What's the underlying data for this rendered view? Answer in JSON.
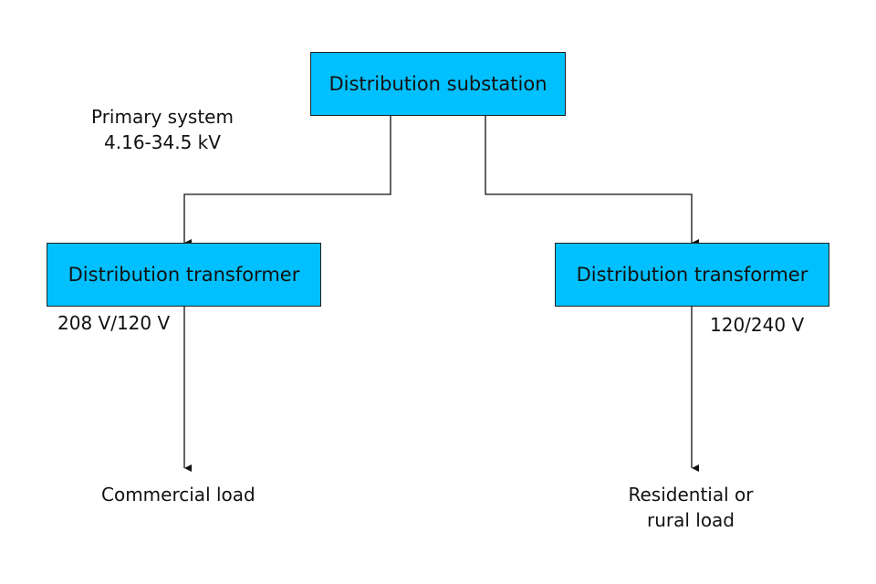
{
  "colors": {
    "box_fill": "#00c0ff",
    "line": "#111111"
  },
  "nodes": {
    "substation": "Distribution substation",
    "transformer_left": "Distribution transformer",
    "transformer_right": "Distribution transformer"
  },
  "labels": {
    "primary_system": [
      "Primary system",
      "4.16-34.5 kV"
    ],
    "left_voltage": "208 V/120 V",
    "right_voltage": "120/240 V",
    "commercial_load": "Commercial load",
    "residential_load": [
      "Residential or",
      "rural load"
    ]
  }
}
